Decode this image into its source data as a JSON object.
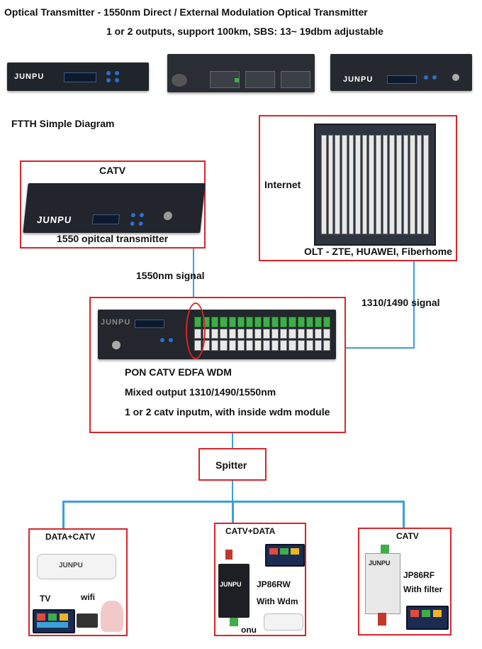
{
  "header": {
    "title": "Optical Transmitter - 1550nm Direct / External Modulation Optical Transmitter",
    "subtitle": "1 or 2 outputs, support 100km, SBS: 13~ 19dbm adjustable"
  },
  "brand": "JUNPU",
  "section_title": "FTTH Simple Diagram",
  "catv_box": {
    "title": "CATV",
    "caption": "1550 opitcal transmitter"
  },
  "olt_box": {
    "label_left": "Internet",
    "caption": "OLT - ZTE, HUAWEI, Fiberhome"
  },
  "signals": {
    "s1550": "1550nm signal",
    "s1310": "1310/1490 signal"
  },
  "edfa_box": {
    "line1": "PON CATV EDFA WDM",
    "line2": "Mixed output 1310/1490/1550nm",
    "line3": "1 or 2 catv inputm, with inside wdm module"
  },
  "splitter": {
    "label": "Spitter"
  },
  "endpoints": [
    {
      "title": "DATA+CATV",
      "label_a": "TV",
      "label_b": "wifi"
    },
    {
      "title": "CATV+DATA",
      "label_a": "JP86RW",
      "label_b": "With Wdm",
      "label_c": "onu"
    },
    {
      "title": "CATV",
      "label_a": "JP86RF",
      "label_b": "With filter"
    }
  ],
  "colors": {
    "box_border": "#d9252b",
    "line": "#3aa0d8",
    "device": "#1f2228",
    "accent": "#3fae49"
  },
  "icons": [
    "transmitter-device",
    "olt-chassis",
    "edfa-wdm-device",
    "onu-router",
    "tablet-tv",
    "laptop",
    "child-photo",
    "optical-receiver"
  ]
}
